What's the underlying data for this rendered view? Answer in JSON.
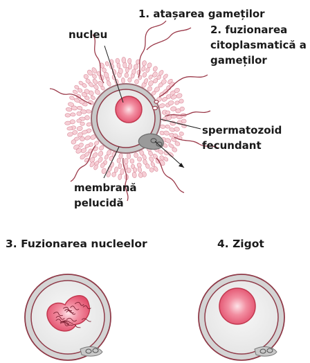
{
  "labels": {
    "step1": "1. atașarea gameților",
    "step2_line1": "2. fuzionarea",
    "step2_line2": "citoplasmatică a",
    "step2_line3": "gameților",
    "nucleu": "nucleu",
    "sperm_line1": "spermatozoid",
    "sperm_line2": "fecundant",
    "membrana_line1": "membrană",
    "membrana_line2": "pelucidă",
    "step3": "3. Fuzionarea nucleelor",
    "step4": "4. Zigot"
  },
  "colors": {
    "text": "#1a1a1a",
    "nucleus_fill": "#e8607a",
    "nucleus_center": "#fbd3da",
    "cell_fill": "#eeeeee",
    "membrane_ring": "#c8c8c8",
    "outline": "#8f3a48",
    "corona": "#f3c2cc",
    "sperm": "#9b3a4a"
  }
}
